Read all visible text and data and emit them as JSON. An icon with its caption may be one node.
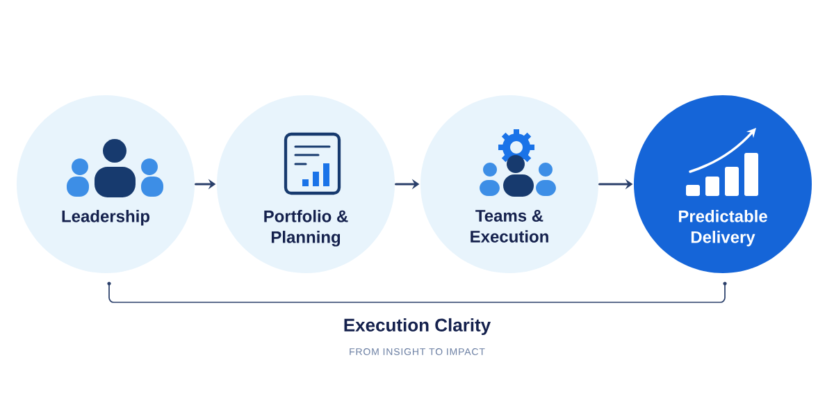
{
  "diagram": {
    "nodes": [
      {
        "text": [
          "Leadership"
        ]
      },
      {
        "text": [
          "Portfolio & Planning"
        ]
      },
      {
        "text": [
          "Teams & Execution"
        ]
      },
      {
        "text": [
          "Predictable Delivery"
        ]
      }
    ],
    "edges": [
      {
        "from": 0,
        "to": 1,
        "arrow": "to"
      },
      {
        "from": 1,
        "to": 2,
        "arrow": "to"
      },
      {
        "from": 2,
        "to": 3,
        "arrow": "to"
      }
    ],
    "labels": [
      "Execution Clarity",
      "FROM INSIGHT TO IMPACT"
    ]
  }
}
